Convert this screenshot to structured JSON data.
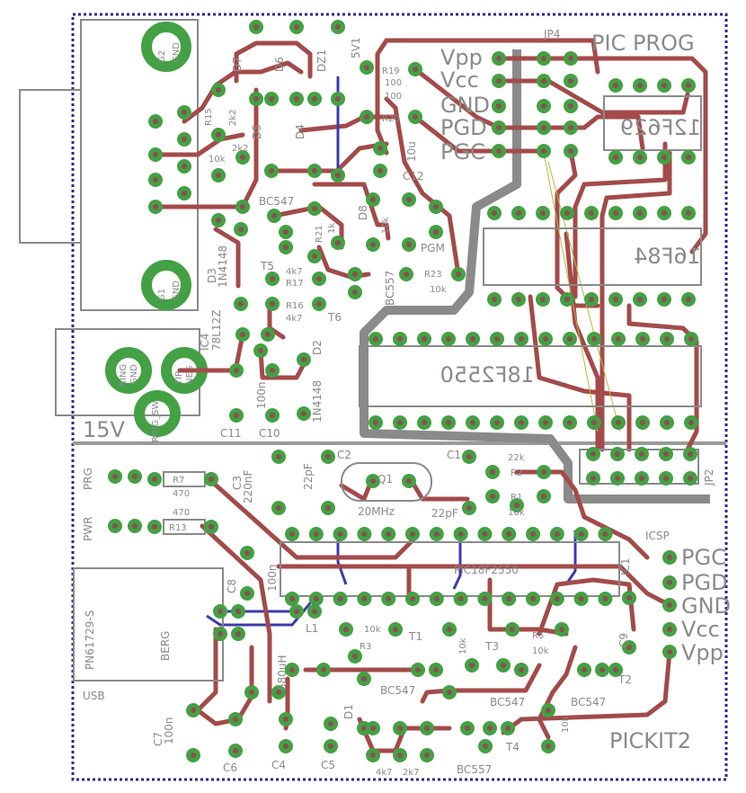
{
  "board": {
    "colors": {
      "copper_top": "#a34a4a",
      "copper_bottom": "#3c3ca8",
      "pad": "#44a044",
      "silkscreen": "#8a8a8a",
      "outline": "#2a2a8a"
    }
  },
  "top_section": {
    "power_label": "15V",
    "pic_prog": "PIC PROG",
    "jp4": "JP4",
    "pins": [
      "Vpp",
      "Vcc",
      "GND",
      "PGD",
      "PGC"
    ],
    "chips": {
      "c1": "12F629",
      "c2": "16F84",
      "c3": "18F2550"
    },
    "db": {
      "g2": "G2",
      "g1": "G1",
      "gnd": "GND"
    },
    "jack": {
      "ring": "RING",
      "gnd": "GND",
      "tip": "TIP",
      "neg": "NEG",
      "ring_sw": "RING_SW"
    },
    "parts": {
      "d7": "D7",
      "d6": "D6",
      "dz1": "DZ1",
      "v5": "5V1",
      "d5": "D5",
      "d4": "D4",
      "r15": "R15",
      "r15v": "2k2",
      "r14v": "2k2",
      "r18v": "10k",
      "r19": "R19",
      "r19v": "100",
      "r20": "R20",
      "r20v": "100",
      "c12": "C12",
      "c12v": "10u",
      "bc547": "BC547",
      "t5": "T5",
      "d3": "D3",
      "d3v": "1N4148",
      "d8": "D8",
      "r21": "R21",
      "r21v": "1k",
      "r22v": "10k",
      "pgm": "PGM",
      "r23": "R23",
      "r23v": "10k",
      "r17": "R17",
      "r17v": "4k7",
      "r16": "R16",
      "r16v": "4k7",
      "t6": "T6",
      "bc557": "BC557",
      "ic4": "IC4",
      "ic4v": "78L12Z",
      "d2": "D2",
      "d2v": "1N4148",
      "c11": "C11",
      "c10": "C10",
      "c10v": "100n"
    }
  },
  "bottom_section": {
    "prg": "PRG",
    "pwr": "PWR",
    "r7v": "470",
    "r13v": "470",
    "r13": "R13",
    "r7": "R7",
    "c3": "C3",
    "c3v": "220nF",
    "c2": "C2",
    "c2v": "22pF",
    "q1": "Q1",
    "q1v": "20MHz",
    "c1": "C1",
    "c1v": "22pF",
    "r2v": "22k",
    "r2": "R2",
    "r1": "R1",
    "r1v": "10k",
    "jp2": "JP2",
    "icsp": "ICSP",
    "icsp_pins": [
      "PGC",
      "PGD",
      "GND",
      "Vcc",
      "Vpp"
    ],
    "ic1": "IC1",
    "ic1v": "PIC18F2550",
    "c9": "C9",
    "c8": "C8",
    "c8v": "100n",
    "usb_part": "PN61729-S",
    "usb_label": "USB",
    "berg_logo": "BERG",
    "l1": "L1",
    "l1v": "680uH",
    "r3": "R3",
    "r3v": "10k",
    "t1": "T1",
    "t3": "T3",
    "t2": "T2",
    "bc547": "BC547",
    "r4v": "10k",
    "r5": "R5",
    "r5v": "10k",
    "c7": "C7",
    "c7v": "100n",
    "c6": "C6",
    "c4": "C4",
    "c5": "C5",
    "d1": "D1",
    "r10v": "10",
    "r_4k7": "4k7",
    "r_2k7": "2k7",
    "r_10k": "10k",
    "t4": "T4",
    "bc557": "BC557",
    "r6v": "10k",
    "title": "PICKIT2"
  }
}
